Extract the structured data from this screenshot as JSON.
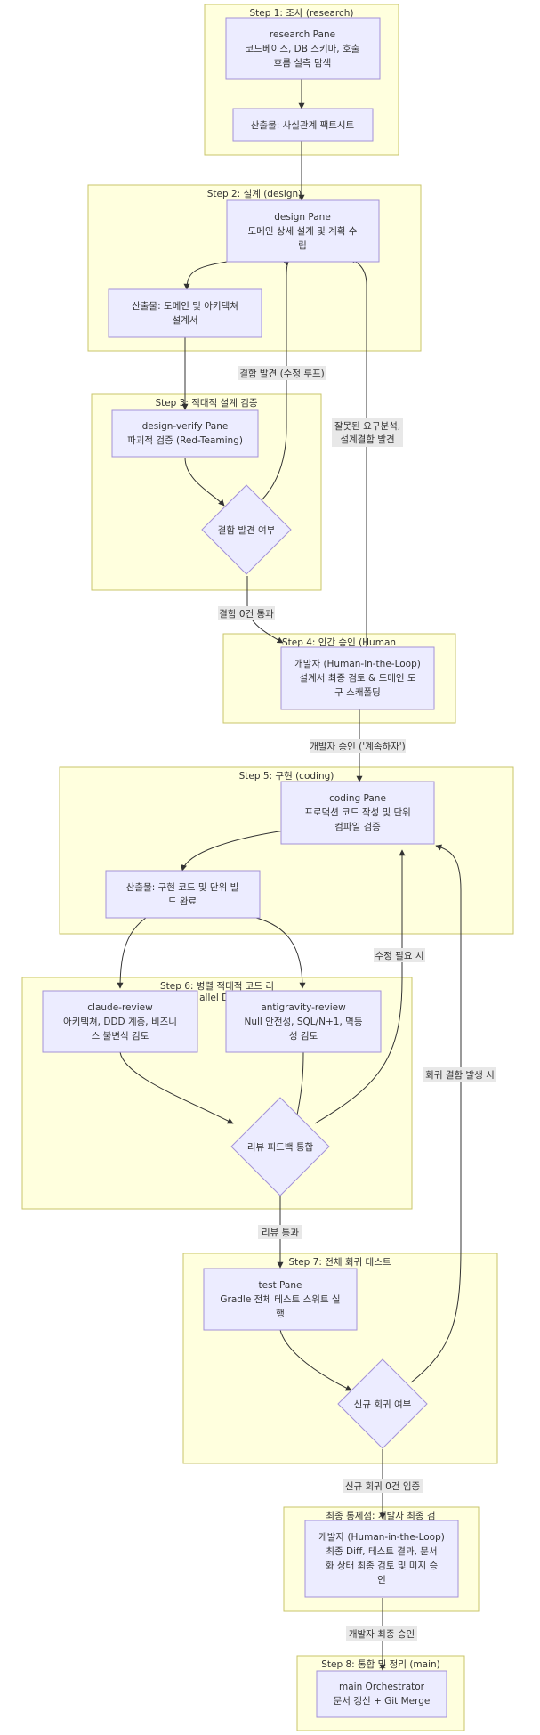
{
  "clusters": {
    "step1": "Step 1: 조사 (research)",
    "step2": "Step 2: 설계 (design)",
    "step3": "Step 3: 적대적 설계 검증",
    "step4": "Step 4: 인간 승인 (Human",
    "step5": "Step 5: 구현 (coding)",
    "step6": "Step 6: 병렬 적대적 코드 리",
    "step6_sub": "allel Du",
    "step7": "Step 7: 전체 회귀 테스트",
    "final": "최종 통제점: 개발자 최종 검",
    "step8": "Step 8: 통합 및 정리 (main)"
  },
  "nodes": {
    "research_pane": [
      "research Pane",
      "코드베이스, DB 스키마, 호출",
      "흐름 실측 탐색"
    ],
    "fact_sheet": [
      "산출물: 사실관계 팩트시트"
    ],
    "design_pane": [
      "design Pane",
      "도메인 상세 설계 및 계획 수",
      "립"
    ],
    "design_doc": [
      "산출물: 도메인 및 아키텍쳐",
      "설계서"
    ],
    "design_verify": [
      "design-verify Pane",
      "파괴적 검증 (Red-Teaming)"
    ],
    "defect_check": [
      "결함 발견 여부"
    ],
    "human_approval": [
      "개발자 (Human-in-the-Loop)",
      "설계서 최종 검토 & 도메인 도",
      "구 스캐폴딩"
    ],
    "coding_pane": [
      "coding Pane",
      "프로덕션 코드 작성 및 단위",
      "컴파일 검증"
    ],
    "code_output": [
      "산출물: 구현 코드 및 단위 빌",
      "드 완료"
    ],
    "claude_review": [
      "claude-review",
      "아키텍쳐, DDD 계층, 비즈니",
      "스 불변식 검토"
    ],
    "antigravity_review": [
      "antigravity-review",
      "Null 안전성, SQL/N+1, 멱등",
      "성 검토"
    ],
    "review_merge": [
      "리뷰 피드백 통합"
    ],
    "test_pane": [
      "test Pane",
      "Gradle 전체 테스트 스위트 실",
      "행"
    ],
    "regression_check": [
      "신규 회귀 여부"
    ],
    "final_review": [
      "개발자 (Human-in-the-Loop)",
      "최종 Diff, 테스트 결과, 문서",
      "화 상태 최종 검토 및 미지 승",
      "인"
    ],
    "orchestrator": [
      "main Orchestrator",
      "문서 갱신 + Git Merge"
    ]
  },
  "edge_labels": {
    "defect_loop": "결함 발견 (수정 루프)",
    "wrong_req": [
      "잘못된 요구분석,",
      "설계결함 발견"
    ],
    "zero_defect": "결함 0건 통과",
    "dev_approve": "개발자 승인 ('계속하자')",
    "fix_needed": "수정 필요 시",
    "regression_found": "회귀 결함 발생 시",
    "review_pass": "리뷰 통과",
    "zero_regression": "신규 회귀 0건 입증",
    "final_approve": "개발자 최종 승인"
  }
}
